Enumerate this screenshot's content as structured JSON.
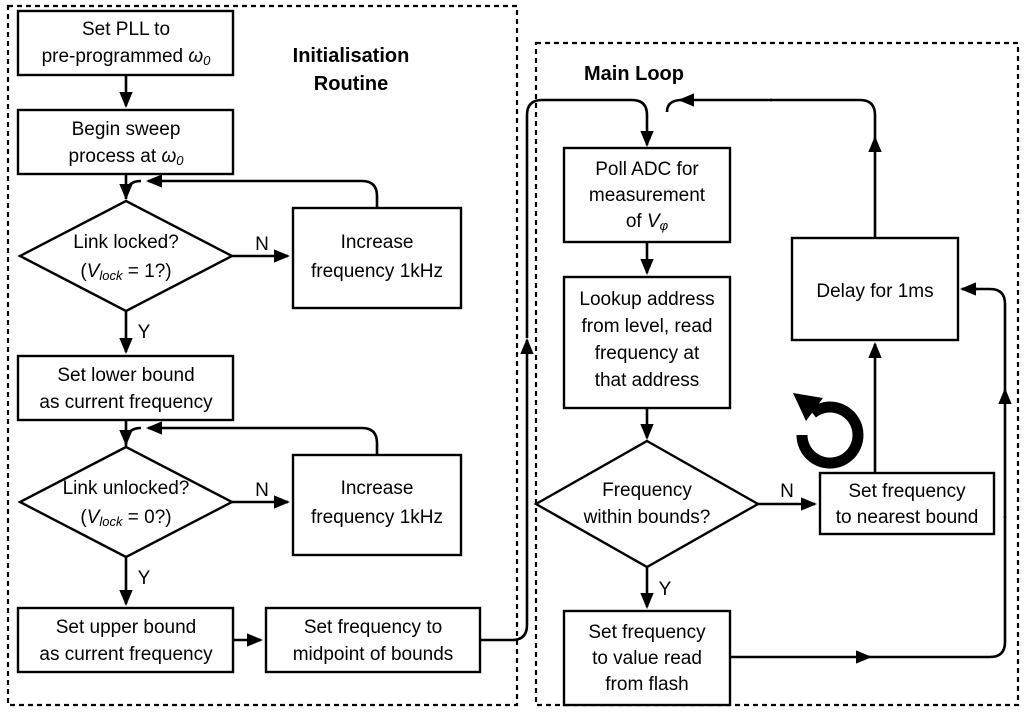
{
  "diagram": {
    "type": "flowchart",
    "title": "PLL initialisation and main loop flowchart",
    "panels": [
      {
        "id": "init",
        "label": "Initialisation\nRoutine",
        "label_line1": "Initialisation",
        "label_line2": "Routine"
      },
      {
        "id": "main",
        "label": "Main Loop",
        "label_line1": "Main Loop"
      }
    ],
    "branch_labels": {
      "n1": "N",
      "y1": "Y",
      "n2": "N",
      "y2": "Y",
      "n3": "N",
      "y3": "Y"
    },
    "icons": {
      "loop_refresh": "refresh-loop-icon"
    },
    "colors": {
      "stroke": "#000000",
      "fill": "#ffffff",
      "background": "#ffffff"
    },
    "nodes": [
      {
        "id": "set-pll",
        "shape": "process",
        "panel": "init",
        "lines": [
          "Set PLL to",
          "pre-programmed ω₀"
        ],
        "line1": "Set PLL to",
        "line2_pre": "pre-programmed ",
        "line2_sym": "ω",
        "line2_sub": "0"
      },
      {
        "id": "begin-sweep",
        "shape": "process",
        "panel": "init",
        "lines": [
          "Begin sweep",
          "process at ω₀"
        ],
        "line1": "Begin sweep",
        "line2_pre": "process at ",
        "line2_sym": "ω",
        "line2_sub": "0"
      },
      {
        "id": "link-locked",
        "shape": "decision",
        "panel": "init",
        "lines": [
          "Link locked?",
          "(V_lock = 1?)"
        ],
        "line1": "Link locked?",
        "line2_open": "(",
        "line2_var": "V",
        "line2_sub": "lock",
        "line2_rest": " = 1?)"
      },
      {
        "id": "increase-freq-1",
        "shape": "process",
        "panel": "init",
        "lines": [
          "Increase",
          "frequency 1kHz"
        ],
        "line1": "Increase",
        "line2": "frequency 1kHz"
      },
      {
        "id": "set-lower-bound",
        "shape": "process",
        "panel": "init",
        "lines": [
          "Set lower bound",
          "as current frequency"
        ],
        "line1": "Set lower bound",
        "line2": "as current frequency"
      },
      {
        "id": "link-unlocked",
        "shape": "decision",
        "panel": "init",
        "lines": [
          "Link unlocked?",
          "(V_lock = 0?)"
        ],
        "line1": "Link unlocked?",
        "line2_open": "(",
        "line2_var": "V",
        "line2_sub": "lock",
        "line2_rest": " = 0?)"
      },
      {
        "id": "increase-freq-2",
        "shape": "process",
        "panel": "init",
        "lines": [
          "Increase",
          "frequency 1kHz"
        ],
        "line1": "Increase",
        "line2": "frequency 1kHz"
      },
      {
        "id": "set-upper-bound",
        "shape": "process",
        "panel": "init",
        "lines": [
          "Set upper bound",
          "as current frequency"
        ],
        "line1": "Set upper bound",
        "line2": "as current frequency"
      },
      {
        "id": "set-freq-midpoint",
        "shape": "process",
        "panel": "init",
        "lines": [
          "Set frequency to",
          "midpoint of bounds"
        ],
        "line1": "Set frequency to",
        "line2": "midpoint of bounds"
      },
      {
        "id": "poll-adc",
        "shape": "process",
        "panel": "main",
        "lines": [
          "Poll ADC for",
          "measurement",
          "of V_φ"
        ],
        "line1": "Poll ADC for",
        "line2": "measurement",
        "line3_pre": "of ",
        "line3_var": "V",
        "line3_sub": "φ"
      },
      {
        "id": "lookup-address",
        "shape": "process",
        "panel": "main",
        "lines": [
          "Lookup address",
          "from level, read",
          "frequency at",
          "that address"
        ],
        "line1": "Lookup address",
        "line2": "from level, read",
        "line3": "frequency at",
        "line4": "that address"
      },
      {
        "id": "freq-within-bounds",
        "shape": "decision",
        "panel": "main",
        "lines": [
          "Frequency",
          "within bounds?"
        ],
        "line1": "Frequency",
        "line2": "within bounds?"
      },
      {
        "id": "set-freq-nearest-bound",
        "shape": "process",
        "panel": "main",
        "lines": [
          "Set frequency",
          "to nearest bound"
        ],
        "line1": "Set frequency",
        "line2": "to nearest bound"
      },
      {
        "id": "set-freq-flash",
        "shape": "process",
        "panel": "main",
        "lines": [
          "Set frequency",
          "to value read",
          "from flash"
        ],
        "line1": "Set frequency",
        "line2": "to value read",
        "line3": "from flash"
      },
      {
        "id": "delay-1ms",
        "shape": "process",
        "panel": "main",
        "lines": [
          "Delay for 1ms"
        ],
        "line1": "Delay for 1ms"
      }
    ]
  }
}
